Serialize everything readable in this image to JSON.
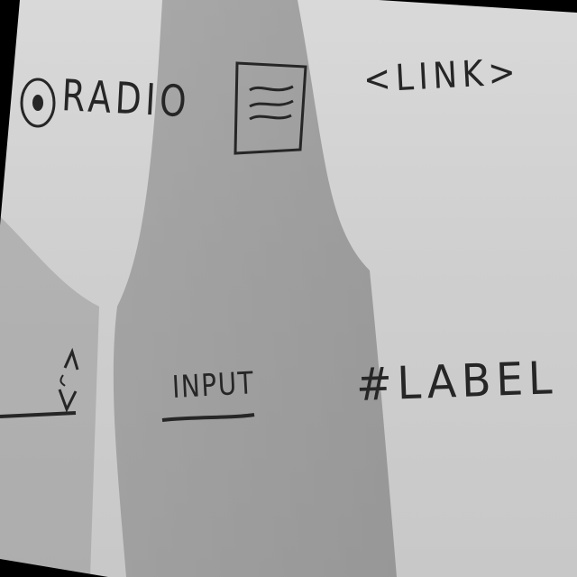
{
  "sketch": {
    "radio": {
      "label": "RADIO",
      "selected": true
    },
    "link": {
      "label": "<LINK>"
    },
    "input": {
      "label": "INPUT"
    },
    "label": {
      "label": "#LABEL"
    },
    "textarea_icon": "text-area-icon",
    "stepper_icon": "up-down-chevron-icon"
  }
}
